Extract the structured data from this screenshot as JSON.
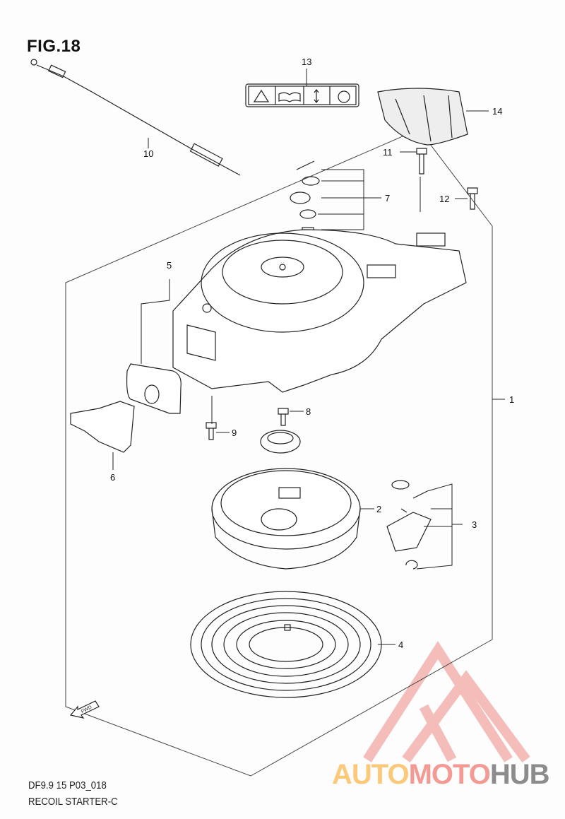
{
  "figure": {
    "title": "FIG.18"
  },
  "footer": {
    "model_code": "DF9.9 15 P03_018",
    "section_name": "RECOIL STARTER-C"
  },
  "callouts": [
    "1",
    "2",
    "3",
    "4",
    "5",
    "6",
    "7",
    "8",
    "9",
    "10",
    "11",
    "12",
    "13",
    "14"
  ],
  "fwd_label": "FWD",
  "watermark": {
    "part1": "AUTO",
    "part2": "MOTO",
    "part3": "HUB",
    "color1": "#fcc97a",
    "color2": "#f49a94",
    "color3": "#8c8c8c",
    "triangle_color": "#f08a84"
  }
}
